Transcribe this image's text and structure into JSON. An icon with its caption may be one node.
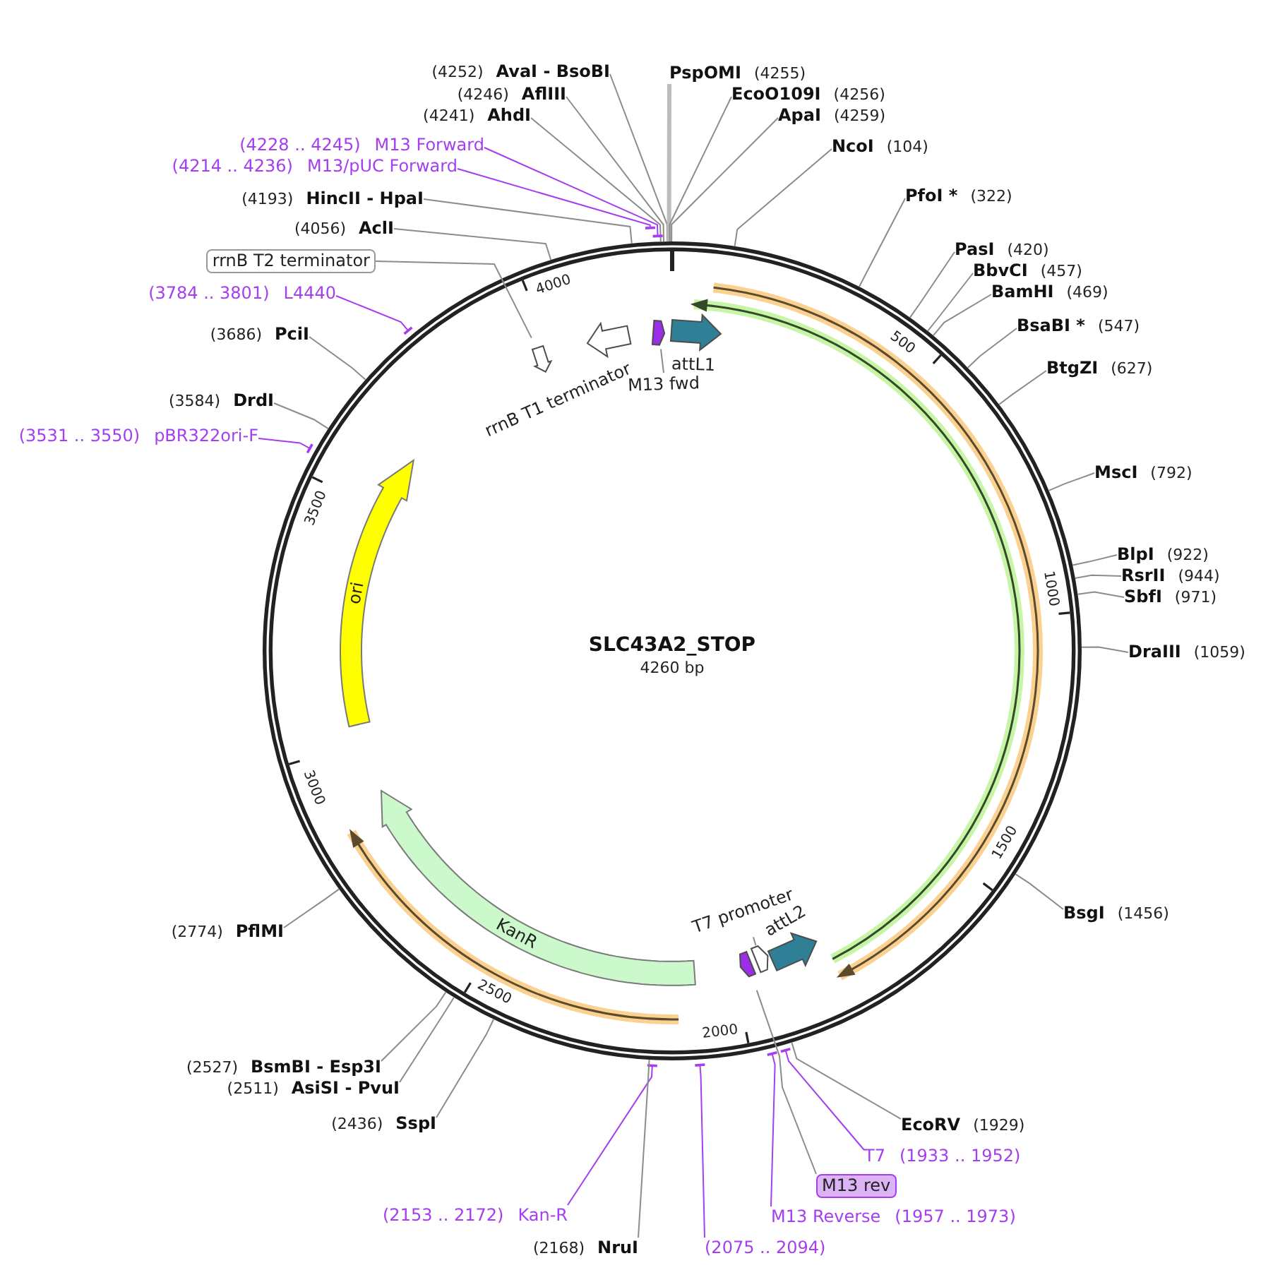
{
  "diagram": {
    "title": "SLC43A2_STOP",
    "nodes": [
      {
        "text": [
          "(4252)",
          "AvaI - BsoBI"
        ]
      },
      {
        "text": [
          "(4246)",
          "AflIII"
        ]
      },
      {
        "text": [
          "(4241)",
          "AhdI"
        ]
      },
      {
        "text": [
          "PspOMI",
          "(4255)"
        ]
      },
      {
        "text": [
          "EcoO109I",
          "(4256)"
        ]
      },
      {
        "text": [
          "ApaI",
          "(4259)"
        ]
      },
      {
        "text": [
          "NcoI",
          "(104)"
        ]
      },
      {
        "text": [
          "(4228 .. 4245)",
          "M13 Forward"
        ]
      },
      {
        "text": [
          "(4214 .. 4236)",
          "M13/pUC Forward"
        ]
      },
      {
        "text": [
          "(4193)",
          "HincII - HpaI"
        ]
      },
      {
        "text": [
          "(4056)",
          "AclI"
        ]
      },
      {
        "text": [
          "rrnB T2 terminator"
        ]
      },
      {
        "text": [
          "PfoI *",
          "(322)"
        ]
      },
      {
        "text": [
          "PasI",
          "(420)"
        ]
      },
      {
        "text": [
          "BbvCI",
          "(457)"
        ]
      },
      {
        "text": [
          "BamHI",
          "(469)"
        ]
      },
      {
        "text": [
          "(3784 .. 3801)",
          "L4440"
        ]
      },
      {
        "text": [
          "BsaBI *",
          "(547)"
        ]
      },
      {
        "text": [
          "(3686)",
          "PciI"
        ]
      },
      {
        "text": [
          "BtgZI",
          "(627)"
        ]
      },
      {
        "text": [
          "(3584)",
          "DrdI"
        ]
      },
      {
        "text": [
          "(3531 .. 3550)",
          "pBR322ori-F"
        ]
      },
      {
        "text": [
          "MscI",
          "(792)"
        ]
      },
      {
        "text": [
          "BlpI",
          "(922)"
        ]
      },
      {
        "text": [
          "RsrII",
          "(944)"
        ]
      },
      {
        "text": [
          "SbfI",
          "(971)"
        ]
      },
      {
        "text": [
          "DraIII",
          "(1059)"
        ]
      },
      {
        "text": [
          "BsgI",
          "(1456)"
        ]
      },
      {
        "text": [
          "(2774)",
          "PflMI"
        ]
      },
      {
        "text": [
          "(2527)",
          "BsmBI - Esp3I"
        ]
      },
      {
        "text": [
          "(2511)",
          "AsiSI - PvuI"
        ]
      },
      {
        "text": [
          "(2436)",
          "SspI"
        ]
      },
      {
        "text": [
          "EcoRV",
          "(1929)"
        ]
      },
      {
        "text": [
          "T7",
          "(1933 .. 1952)"
        ]
      },
      {
        "text": [
          "M13 rev"
        ]
      },
      {
        "text": [
          "(2153 .. 2172)",
          "Kan-R"
        ]
      },
      {
        "text": [
          "M13 Reverse",
          "(1957 .. 1973)"
        ]
      },
      {
        "text": [
          "(2168)",
          "NruI"
        ]
      },
      {
        "text": [
          "(2075 .. 2094)"
        ]
      },
      {
        "text": [],
        "shape": "arrow",
        "beside": [
          "rrnB T1 terminator"
        ]
      },
      {
        "text": [
          "M13 fwd"
        ]
      },
      {
        "text": [],
        "shape": "arrow",
        "beside": [
          "attL1"
        ]
      },
      {
        "text": [
          "ori"
        ]
      },
      {
        "text": [
          "T7 promoter"
        ]
      },
      {
        "text": [],
        "shape": "arrow",
        "beside": [
          "attL2"
        ]
      },
      {
        "text": [
          "KanR"
        ]
      },
      {
        "text": [],
        "shape": "arrow"
      },
      {
        "text": [],
        "shape": "arrow"
      },
      {
        "text": [],
        "shape": "arrow"
      },
      {
        "text": [],
        "shape": "arrow"
      }
    ],
    "edges": [
      {
        "from": 0,
        "to": null,
        "arrow": "none"
      },
      {
        "from": 1,
        "to": null,
        "arrow": "none"
      },
      {
        "from": 2,
        "to": null,
        "arrow": "none"
      },
      {
        "from": 3,
        "to": null,
        "arrow": "none",
        "style": "thick",
        "color": "#bdbdbd"
      },
      {
        "from": 4,
        "to": null,
        "arrow": "none"
      },
      {
        "from": 5,
        "to": null,
        "arrow": "none"
      },
      {
        "from": 6,
        "to": null,
        "arrow": "none"
      },
      {
        "from": 7,
        "to": null,
        "arrow": "other",
        "color": "#a43ef0"
      },
      {
        "from": 8,
        "to": null,
        "arrow": "other",
        "color": "#a43ef0"
      },
      {
        "from": 9,
        "to": null,
        "arrow": "none"
      },
      {
        "from": 10,
        "to": null,
        "arrow": "none"
      },
      {
        "from": 11,
        "to": 46,
        "arrow": "none"
      },
      {
        "from": 12,
        "to": null,
        "arrow": "none"
      },
      {
        "from": 13,
        "to": null,
        "arrow": "none"
      },
      {
        "from": 14,
        "to": null,
        "arrow": "none"
      },
      {
        "from": 15,
        "to": null,
        "arrow": "none"
      },
      {
        "from": 16,
        "to": null,
        "arrow": "other",
        "color": "#a43ef0"
      },
      {
        "from": 17,
        "to": null,
        "arrow": "none"
      },
      {
        "from": 18,
        "to": null,
        "arrow": "none"
      },
      {
        "from": 19,
        "to": null,
        "arrow": "none"
      },
      {
        "from": 20,
        "to": null,
        "arrow": "none"
      },
      {
        "from": 21,
        "to": null,
        "arrow": "other",
        "color": "#a43ef0"
      },
      {
        "from": 22,
        "to": null,
        "arrow": "none"
      },
      {
        "from": 23,
        "to": null,
        "arrow": "none"
      },
      {
        "from": 24,
        "to": null,
        "arrow": "none"
      },
      {
        "from": 25,
        "to": null,
        "arrow": "none"
      },
      {
        "from": 26,
        "to": null,
        "arrow": "none"
      },
      {
        "from": 27,
        "to": null,
        "arrow": "none"
      },
      {
        "from": 28,
        "to": null,
        "arrow": "none"
      },
      {
        "from": 29,
        "to": null,
        "arrow": "none"
      },
      {
        "from": 30,
        "to": null,
        "arrow": "none"
      },
      {
        "from": 31,
        "to": null,
        "arrow": "none"
      },
      {
        "from": 32,
        "to": null,
        "arrow": "none"
      },
      {
        "from": 33,
        "to": null,
        "arrow": "other",
        "color": "#a43ef0"
      },
      {
        "from": 34,
        "to": 49,
        "arrow": "none"
      },
      {
        "from": 35,
        "to": null,
        "arrow": "other",
        "color": "#a43ef0"
      },
      {
        "from": 36,
        "to": null,
        "arrow": "other",
        "color": "#a43ef0"
      },
      {
        "from": 37,
        "to": null,
        "arrow": "none"
      },
      {
        "from": 38,
        "to": null,
        "arrow": "other",
        "color": "#a43ef0"
      },
      {
        "from": 40,
        "to": 47,
        "arrow": "none"
      },
      {
        "from": 43,
        "to": 48,
        "arrow": "none"
      }
    ],
    "labels": [
      "4260 bp",
      "500",
      "1000",
      "1500",
      "2000",
      "2500",
      "3000",
      "3500",
      "4000"
    ]
  }
}
